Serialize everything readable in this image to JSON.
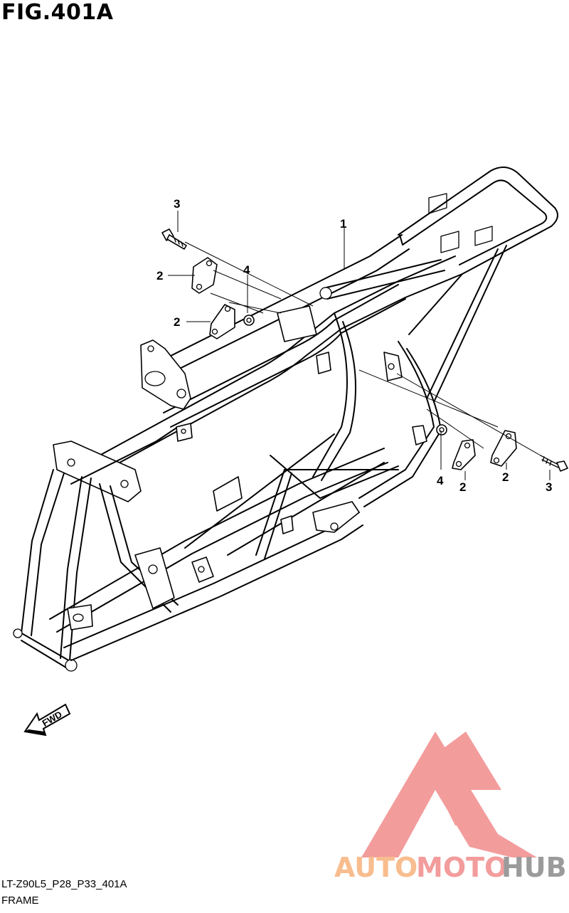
{
  "figure": {
    "title": "FIG.401A"
  },
  "callouts": [
    {
      "id": "c1",
      "label": "1"
    },
    {
      "id": "c3a",
      "label": "3"
    },
    {
      "id": "c2a",
      "label": "2"
    },
    {
      "id": "c4a",
      "label": "4"
    },
    {
      "id": "c2b",
      "label": "2"
    },
    {
      "id": "c4b",
      "label": "4"
    },
    {
      "id": "c2c",
      "label": "2"
    },
    {
      "id": "c2d",
      "label": "2"
    },
    {
      "id": "c3b",
      "label": "3"
    }
  ],
  "direction_arrow": {
    "label": "FWD"
  },
  "footer": {
    "code": "LT-Z90L5_P28_P33_401A",
    "name": "FRAME"
  },
  "watermark": {
    "word_auto": "AUTO",
    "word_moto": "MOTO",
    "word_hub": "HUB",
    "color_auto": "#f7b27c",
    "color_moto": "#f28b8b",
    "color_hub": "#8a8a8a",
    "logo_color": "#f28b8b",
    "icon": "triangle-logo-icon"
  }
}
